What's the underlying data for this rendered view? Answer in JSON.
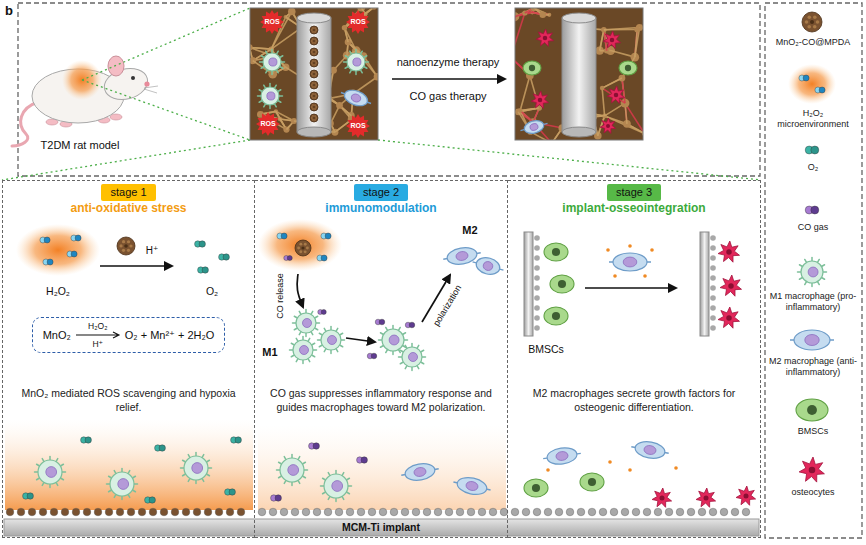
{
  "diagram": {
    "nodes": [
      {
        "text": [
          "anti-oxidative stress",
          "MnO₂ mediated ROS scavenging and hypoxia relief."
        ]
      },
      {
        "text": [
          "stage 1"
        ],
        "in": 0
      },
      {
        "text": [
          "MnO₂",
          "H₂O₂",
          "H⁺",
          "O₂ + Mn²⁺ + 2H₂O"
        ],
        "in": 0
      },
      {
        "text": [
          "immunomodulation",
          "CO gas suppresses inflammatory response and guides macrophages toward M2 polarization."
        ]
      },
      {
        "text": [
          "stage 2"
        ],
        "in": 3
      },
      {
        "text": [
          "implant-osseointegration",
          "M2 macrophages secrete growth factors for osteogenic differentiation."
        ]
      },
      {
        "text": [
          "stage 3"
        ],
        "in": 5
      }
    ],
    "labels": [
      "b",
      "T2DM rat model",
      "ROS",
      "ROS",
      "ROS",
      "ROS",
      "nanoenzyme therapy",
      "CO gas therapy",
      "H₂O₂",
      "H⁺",
      "O₂",
      "CO release",
      "M1",
      "M2",
      "polarization",
      "BMSCs",
      "MCM-Ti implant"
    ],
    "legend": [
      {
        "text": "MnO₂-CO@MPDA"
      },
      {
        "text": "H₂O₂ microenvironment"
      },
      {
        "text": "O₂"
      },
      {
        "text": "CO gas"
      },
      {
        "text": "M1 macrophage (pro-inflammatory)"
      },
      {
        "text": "M2 macrophage (anti-inflammatory)"
      },
      {
        "text": "BMSCs"
      },
      {
        "text": "osteocytes"
      }
    ]
  }
}
